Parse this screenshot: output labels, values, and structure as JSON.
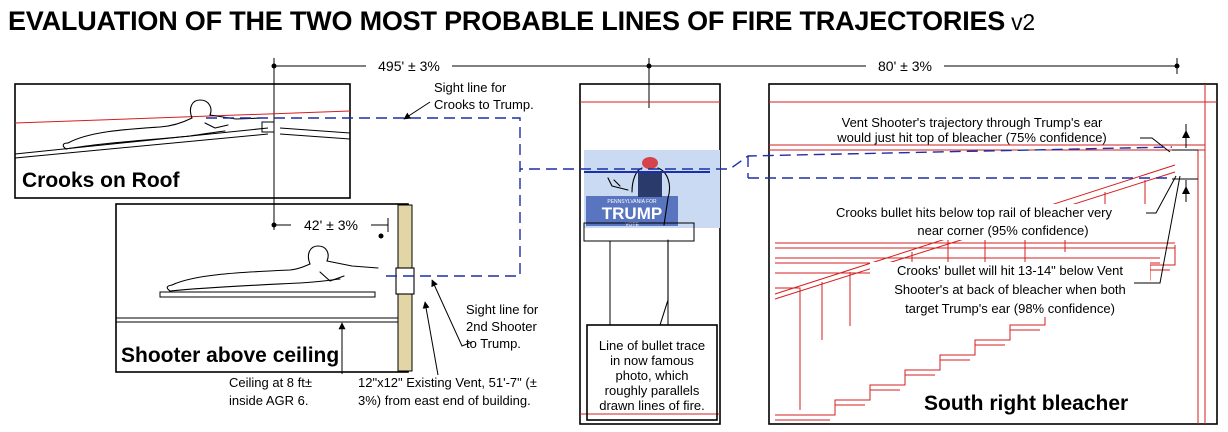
{
  "title": {
    "main": "EVALUATION  OF THE TWO MOST PROBABLE LINES OF FIRE TRAJECTORIES",
    "version": "v2"
  },
  "dimensions": {
    "roof_to_stage": "495' ± 3%",
    "stage_to_bleacher": "80' ± 3%",
    "roof_to_vent": "42' ± 3%"
  },
  "panels": {
    "roof": "Crooks on Roof",
    "ceiling": "Shooter above ceiling",
    "bleacher": "South right bleacher"
  },
  "callouts": {
    "sight_crooks": [
      "Sight line for",
      "Crooks to Trump."
    ],
    "sight_second": [
      "Sight line for",
      "2nd Shooter",
      "to Trump."
    ],
    "ceiling": [
      "Ceiling at 8 ft±",
      "inside AGR 6."
    ],
    "vent": [
      "12\"x12\" Existing Vent, 51'-7\" (±",
      "3%) from east end of building."
    ],
    "photo": [
      "Line of bullet trace",
      "in now famous",
      "photo, which",
      "roughly parallels",
      "drawn lines of fire."
    ],
    "vent_trajectory": [
      "Vent Shooter's trajectory through Trump's ear",
      "would just hit top of bleacher (75% confidence)"
    ],
    "crooks_rail": [
      "Crooks bullet hits below top rail of bleacher very",
      "near corner (95% confidence)"
    ],
    "crooks_low": [
      "Crooks' bullet will hit 13-14\" below Vent",
      "Shooter's at back of bleacher when both",
      "target Trump's ear (98% confidence)"
    ]
  },
  "photo": {
    "banner_top": "PENNSYLVANIA FOR",
    "banner_main": "TRUMP",
    "banner_sub": "VOTE"
  },
  "colors": {
    "trajectory": "#1c2fa8",
    "structure": "#d41f1f",
    "photo_sky": "#c9daf2",
    "banner": "#5a75c0",
    "cap": "#d6444b"
  }
}
